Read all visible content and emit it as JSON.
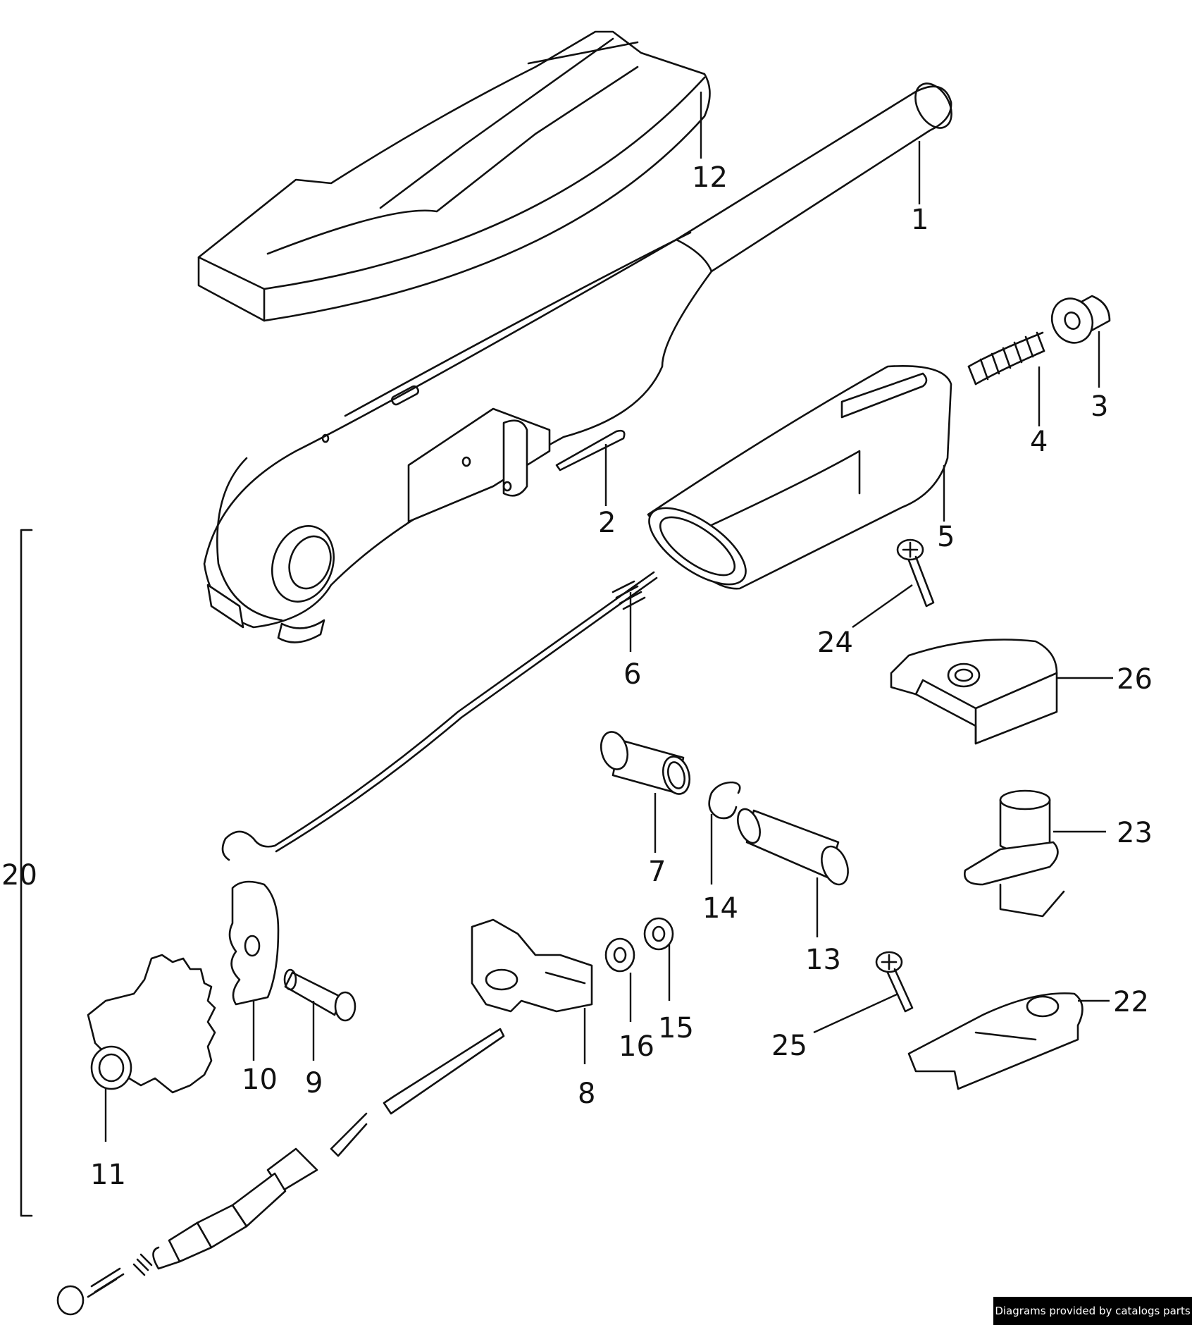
{
  "diagram": {
    "callouts": {
      "p1": "1",
      "p2": "2",
      "p3": "3",
      "p4": "4",
      "p5": "5",
      "p6": "6",
      "p7": "7",
      "p8": "8",
      "p9": "9",
      "p10": "10",
      "p11": "11",
      "p12": "12",
      "p13": "13",
      "p14": "14",
      "p15": "15",
      "p16": "16",
      "p20": "20",
      "p22": "22",
      "p23": "23",
      "p24": "24",
      "p25": "25",
      "p26": "26"
    }
  },
  "footer": {
    "text": "Diagrams provided by catalogs parts"
  },
  "colors": {
    "line": "#111111",
    "background": "#ffffff",
    "footer_bg": "#000000",
    "footer_text": "#ffffff"
  }
}
